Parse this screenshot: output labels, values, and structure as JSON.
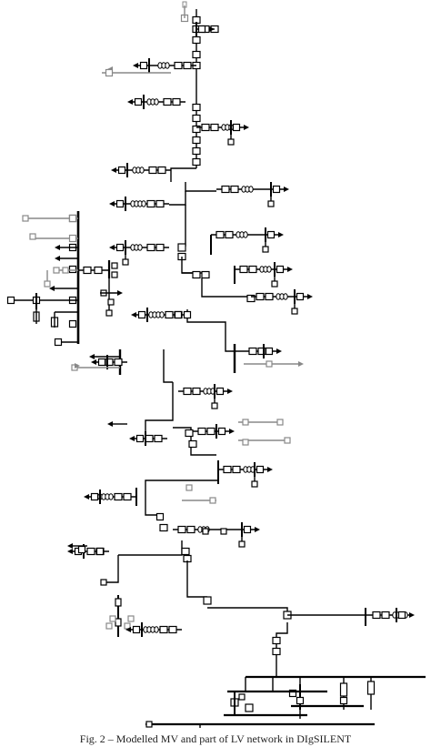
{
  "caption": "Fig. 2 – Modelled MV and part of LV network in DIgSILENT",
  "colors": {
    "line": "#000000",
    "highlight": "#888888",
    "background": "#ffffff"
  },
  "icons": [
    "bus-node",
    "transformer-box",
    "load-arrow",
    "feeder-coil"
  ]
}
